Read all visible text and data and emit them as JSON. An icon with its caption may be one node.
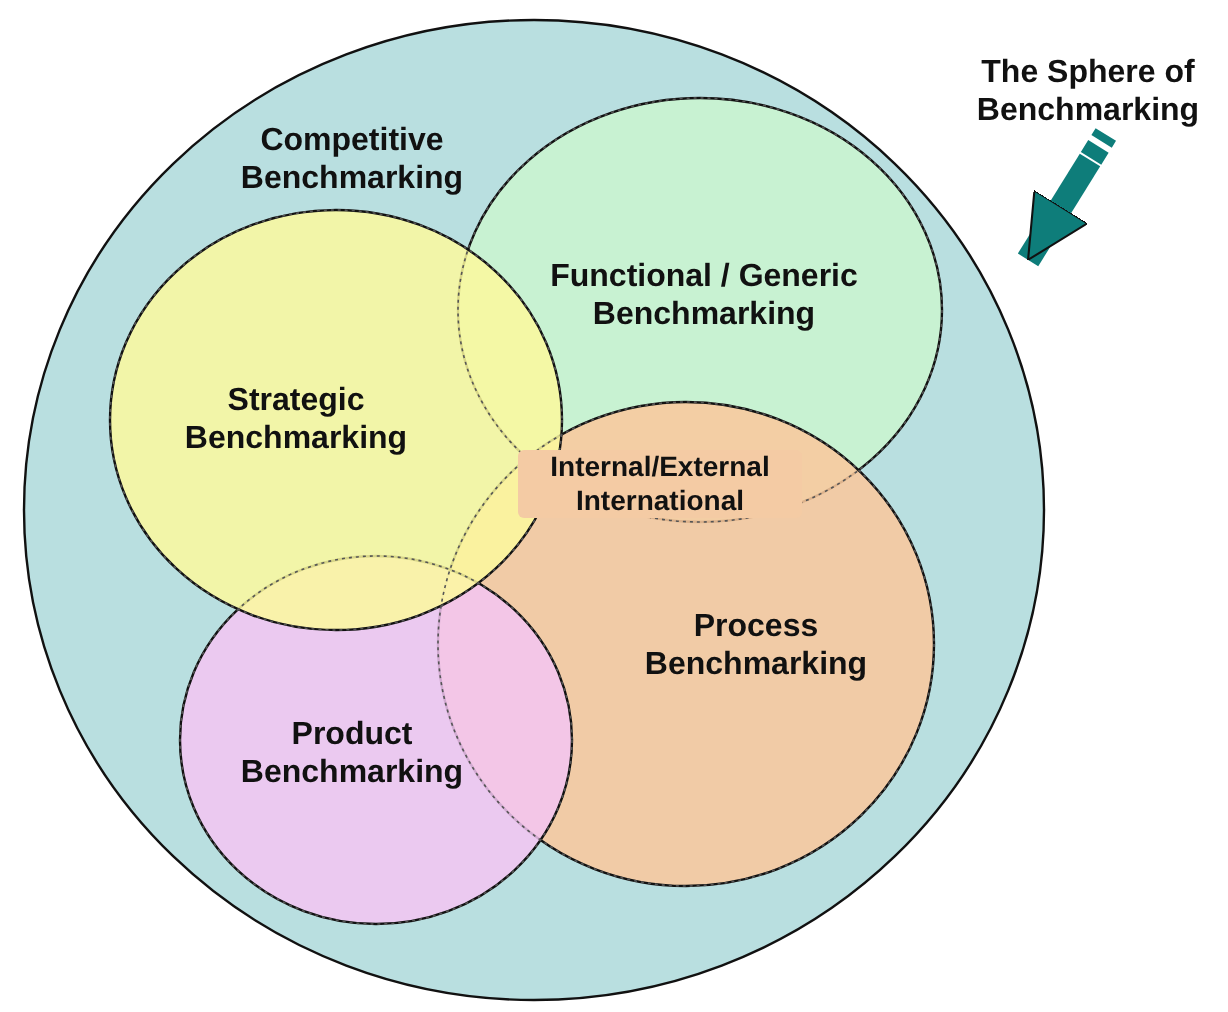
{
  "diagram": {
    "nodes": [
      {
        "text": [
          "Competitive Benchmarking"
        ]
      },
      {
        "text": [
          "Functional / Generic Benchmarking"
        ],
        "in": 0
      },
      {
        "text": [
          "Strategic Benchmarking"
        ],
        "in": 0
      },
      {
        "text": [
          "Process Benchmarking"
        ],
        "in": 0
      },
      {
        "text": [
          "Product Benchmarking"
        ],
        "in": 0
      },
      {
        "text": [
          "The Sphere of Benchmarking"
        ]
      }
    ],
    "edges": [
      {
        "from": 5,
        "to": 0,
        "arrow": "to",
        "color": "#0e7d7a"
      }
    ],
    "labels": [
      "Internal/External International"
    ]
  }
}
